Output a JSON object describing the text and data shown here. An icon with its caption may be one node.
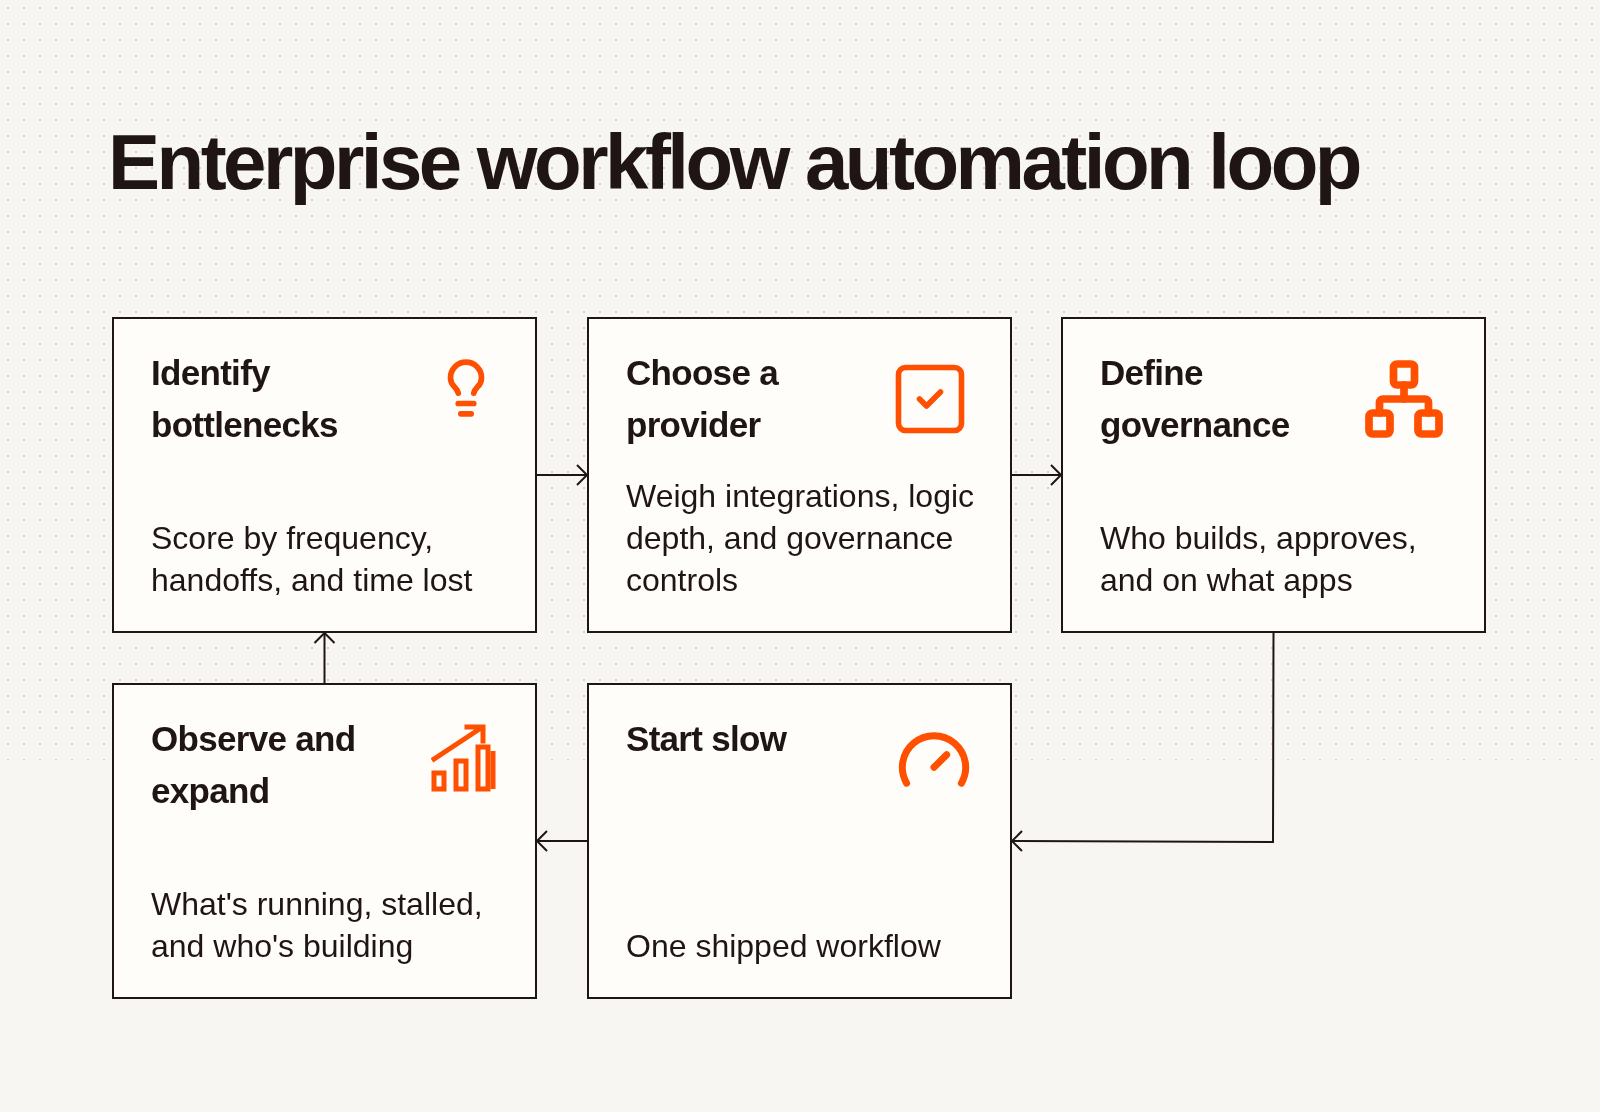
{
  "diagram": {
    "title": "Enterprise workflow automation loop",
    "nodes": [
      {
        "text": [
          "Identify bottlenecks",
          "Score by frequency, handoffs, and time lost"
        ]
      },
      {
        "text": [
          "Choose a provider",
          "Weigh integrations, logic depth, and governance controls"
        ]
      },
      {
        "text": [
          "Define governance",
          "Who builds, approves, and on what apps"
        ]
      },
      {
        "text": [
          "Observe and expand",
          "What's running, stalled, and who's building"
        ]
      },
      {
        "text": [
          "Start slow",
          "One shipped workflow"
        ]
      }
    ],
    "edges": [
      {
        "from": 0,
        "to": 1,
        "arrow": "to"
      },
      {
        "from": 1,
        "to": 2,
        "arrow": "to"
      },
      {
        "from": 2,
        "to": 4,
        "arrow": "to"
      },
      {
        "from": 4,
        "to": 3,
        "arrow": "to"
      },
      {
        "from": 3,
        "to": 0,
        "arrow": "to"
      }
    ]
  }
}
